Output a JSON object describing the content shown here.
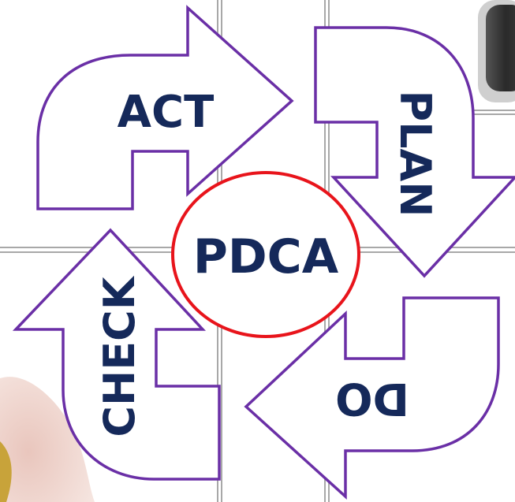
{
  "cycle": {
    "center_label": "PDCA",
    "steps": [
      {
        "id": "act",
        "label": "ACT"
      },
      {
        "id": "plan",
        "label": "PLAN"
      },
      {
        "id": "check",
        "label": "CHECK"
      },
      {
        "id": "do",
        "label": "DO"
      }
    ]
  },
  "colors": {
    "arrow_outline": "#6a2fa6",
    "arrow_fill": "#ffffff",
    "label_text": "#15295a",
    "center_outline": "#e8141b",
    "grid_line": "#a8a8a8",
    "background": "#ffffff"
  }
}
